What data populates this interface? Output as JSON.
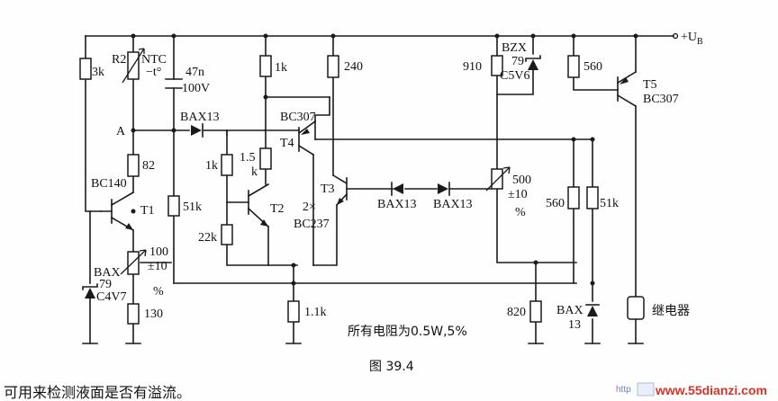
{
  "labels": {
    "ub": "+U",
    "ub_sub": "B",
    "r2": "R2",
    "ntc": "NTC",
    "ntc_t": "−t°",
    "r3k": "3k",
    "cap": "47n",
    "cap_v": "100V",
    "r1k_top": "1k",
    "r240": "240",
    "node_a": "A",
    "bax13_a": "BAX13",
    "bc307_t4": "BC307",
    "t4": "T4",
    "r82": "82",
    "bc140": "BC140",
    "t1": "T1",
    "r1k_mid": "1k",
    "r15k_a": "1.5",
    "r15k_b": "k",
    "r51k_left": "51k",
    "t2": "T2",
    "r22k": "22k",
    "t3": "T3",
    "bc237_a": "2×",
    "bc237_b": "BC237",
    "bax13_b": "BAX13",
    "bax13_c": "BAX13",
    "pot100_a": "100",
    "pot100_b": "±10",
    "pot100_c": "%",
    "bax79_a": "BAX",
    "bax79_b": "79",
    "bax79_c": "C4V7",
    "r130": "130",
    "r11k": "1.1k",
    "r910": "910",
    "bzx_a": "BZX",
    "bzx_b": "79",
    "bzx_c": "C5V6",
    "r560_top": "560",
    "t5": "T5",
    "bc307_t5": "BC307",
    "pot500_a": "500",
    "pot500_b": "±10",
    "pot500_c": "%",
    "r560_mid": "560",
    "r51k_right": "51k",
    "r820": "820",
    "bax13_d_a": "BAX",
    "bax13_d_b": "13",
    "relay": "继电器",
    "note": "所有电阻为0.5W,5%",
    "figure": "图 39.4",
    "caption": "可用来检测液面是否有溢流。",
    "wm_site": "www.55dianzi.com",
    "wm_http": "http"
  }
}
